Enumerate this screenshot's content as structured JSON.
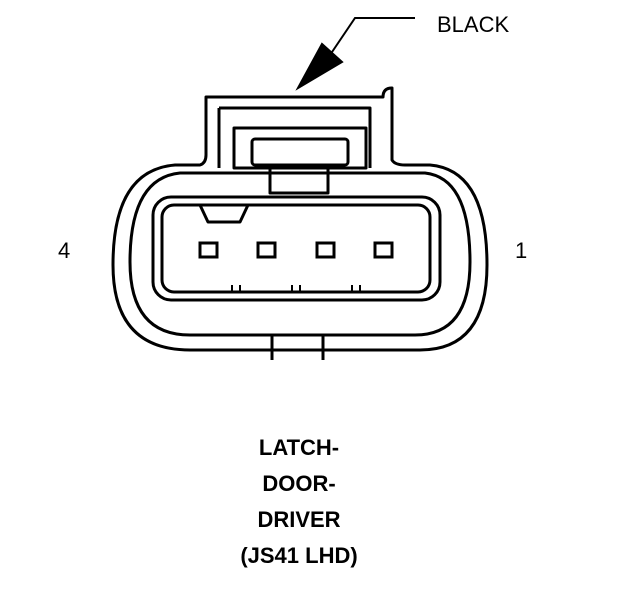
{
  "callout": {
    "color_label": "BLACK"
  },
  "pins": {
    "left_label": "4",
    "right_label": "1"
  },
  "caption": {
    "line1": "LATCH-",
    "line2": "DOOR-",
    "line3": "DRIVER",
    "line4": "(JS41 LHD)"
  }
}
